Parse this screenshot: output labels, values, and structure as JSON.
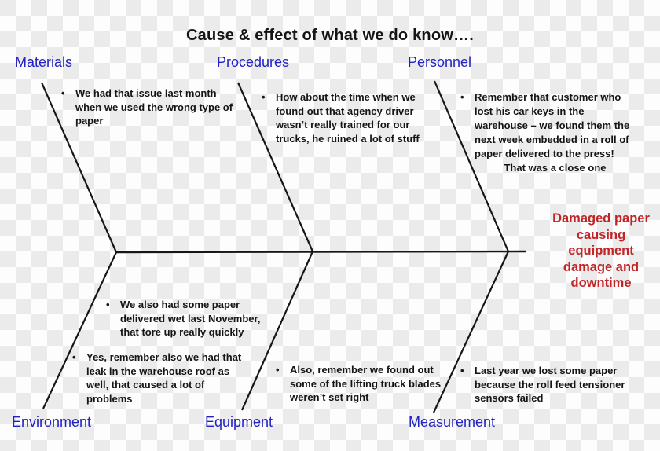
{
  "title": "Cause & effect of what we do know….",
  "effect": "Damaged paper\ncausing\nequipment\ndamage and\ndowntime",
  "categories": {
    "materials": {
      "label": "Materials",
      "note": "We had that issue last month\nwhen we used the wrong type of\npaper"
    },
    "procedures": {
      "label": "Procedures",
      "note": "How about the time when we\nfound out that agency driver\nwasn’t really trained for our\ntrucks, he ruined a lot of stuff"
    },
    "personnel": {
      "label": "Personnel",
      "note": "Remember that customer who\nlost his car keys in the\nwarehouse – we found them the\nnext week embedded in a roll of\npaper delivered to the press!",
      "note_extra": "That was a close one"
    },
    "environment": {
      "label": "Environment",
      "note1": "We also had some paper\ndelivered wet last November,\nthat tore up really quickly",
      "note2": "Yes, remember also we had that\nleak in the warehouse roof as\nwell, that caused a lot of\nproblems"
    },
    "equipment": {
      "label": "Equipment",
      "note": "Also, remember we found out\nsome of the lifting truck blades\nweren’t set right"
    },
    "measurement": {
      "label": "Measurement",
      "note": "Last year we lost some paper\nbecause the roll feed tensioner\nsensors failed"
    }
  },
  "colors": {
    "category_label": "#2222C2",
    "effect_text": "#C22528",
    "note_text": "#151515",
    "bone_line": "#161616",
    "checker_gray": "#EBEBEB",
    "checker_white": "#FDFDFD"
  }
}
